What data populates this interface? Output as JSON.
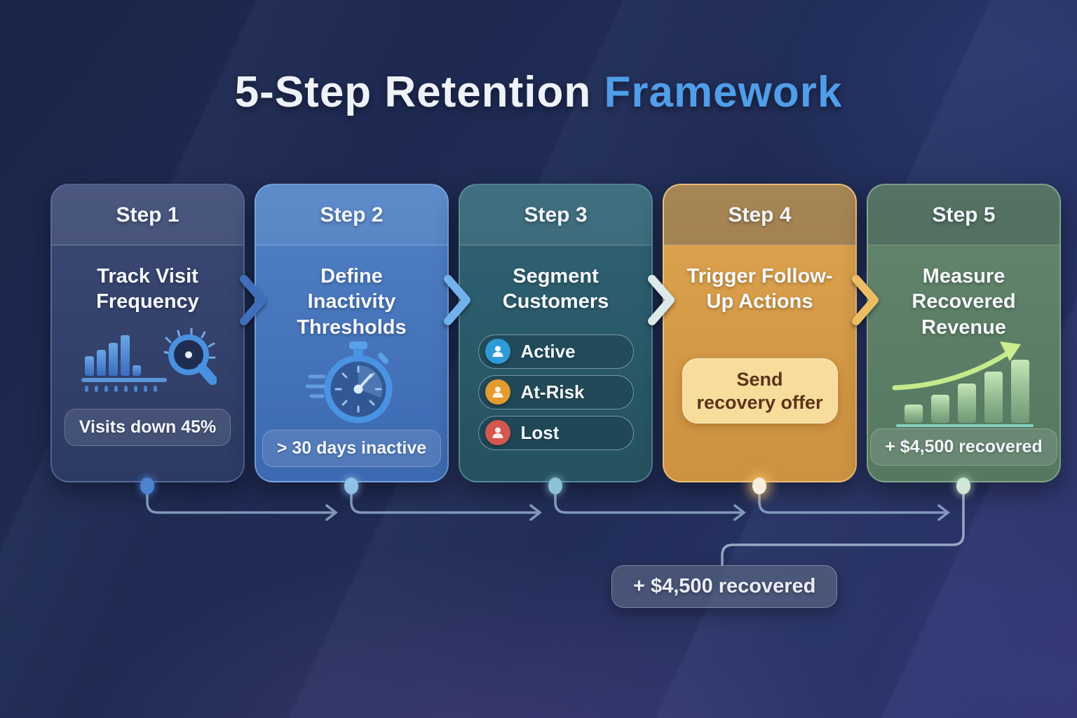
{
  "title": {
    "main": "5-Step Retention ",
    "accent": "Framework"
  },
  "steps": [
    {
      "label": "Step 1",
      "title": "Track Visit Frequency",
      "badge": "Visits down 45%",
      "icon": "bar-chart-magnifier"
    },
    {
      "label": "Step 2",
      "title": "Define Inactivity Thresholds",
      "badge": "> 30 days inactive",
      "icon": "stopwatch"
    },
    {
      "label": "Step 3",
      "title": "Segment Customers",
      "segments": [
        {
          "label": "Active",
          "color": "#2e9ad6"
        },
        {
          "label": "At-Risk",
          "color": "#e39a2e"
        },
        {
          "label": "Lost",
          "color": "#d4574e"
        }
      ]
    },
    {
      "label": "Step 4",
      "title": "Trigger Follow-Up Actions",
      "badge": "Send recovery offer"
    },
    {
      "label": "Step 5",
      "title": "Measure Recovered Revenue",
      "badge": "+ $4,500 recovered",
      "icon": "growth-chart"
    }
  ],
  "flow": {
    "recovered_badge": "+ $4,500 recovered"
  },
  "colors": {
    "background": "#1e2a52",
    "title_accent": "#509de9",
    "card1": "#2f3d68",
    "card2": "#3f6db5",
    "card3": "#2a5a69",
    "card4": "#d59a47",
    "card5": "#5c7f66",
    "connector": "#93accd"
  }
}
